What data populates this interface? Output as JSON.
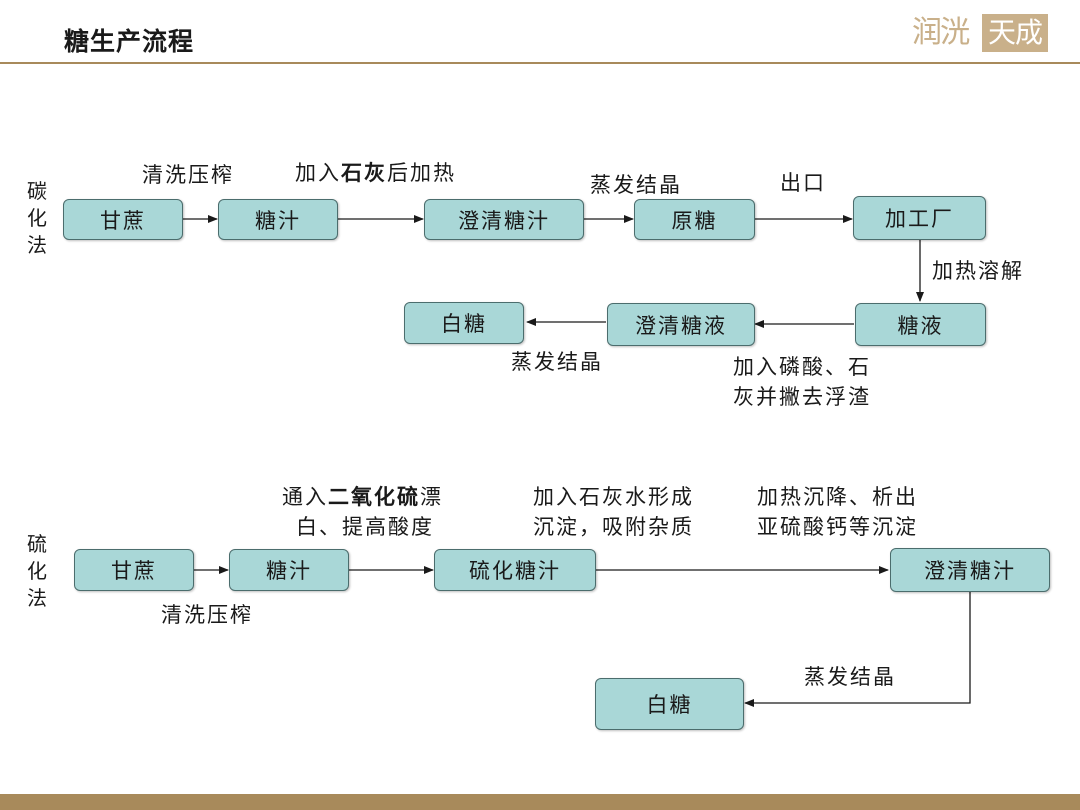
{
  "header": {
    "title": "糖生产流程",
    "logo_script": "润洸",
    "logo_stamp": "天成"
  },
  "carbonation": {
    "method_label": "碳\n化\n法",
    "nodes": {
      "sugarcane": "甘蔗",
      "juice": "糖汁",
      "clarified_juice": "澄清糖汁",
      "raw_sugar": "原糖",
      "factory": "加工厂",
      "syrup": "糖液",
      "clarified_syrup": "澄清糖液",
      "white_sugar": "白糖"
    },
    "labels": {
      "wash_press": "清洗压榨",
      "lime_heat_prefix": "加入",
      "lime_heat_bold": "石灰",
      "lime_heat_suffix": "后加热",
      "evaporate_1": "蒸发结晶",
      "export": "出口",
      "heat_dissolve": "加热溶解",
      "phosphoric_line1": "加入磷酸、石",
      "phosphoric_line2": "灰并撇去浮渣",
      "evaporate_2": "蒸发结晶"
    }
  },
  "sulfitation": {
    "method_label": "硫\n化\n法",
    "nodes": {
      "sugarcane": "甘蔗",
      "juice": "糖汁",
      "sulfited_juice": "硫化糖汁",
      "clarified_juice": "澄清糖汁",
      "white_sugar": "白糖"
    },
    "labels": {
      "so2_prefix": "通入",
      "so2_bold": "二氧化硫",
      "so2_suffix": "漂",
      "so2_line2": "白、提高酸度",
      "lime_line1": "加入石灰水形成",
      "lime_line2": "沉淀，吸附杂质",
      "heat_line1": "加热沉降、析出",
      "heat_line2": "亚硫酸钙等沉淀",
      "wash_press": "清洗压榨",
      "evaporate": "蒸发结晶"
    }
  },
  "colors": {
    "box_fill": "#a9d7d7",
    "box_border": "#4b6d6d",
    "accent": "#a88a5b"
  }
}
